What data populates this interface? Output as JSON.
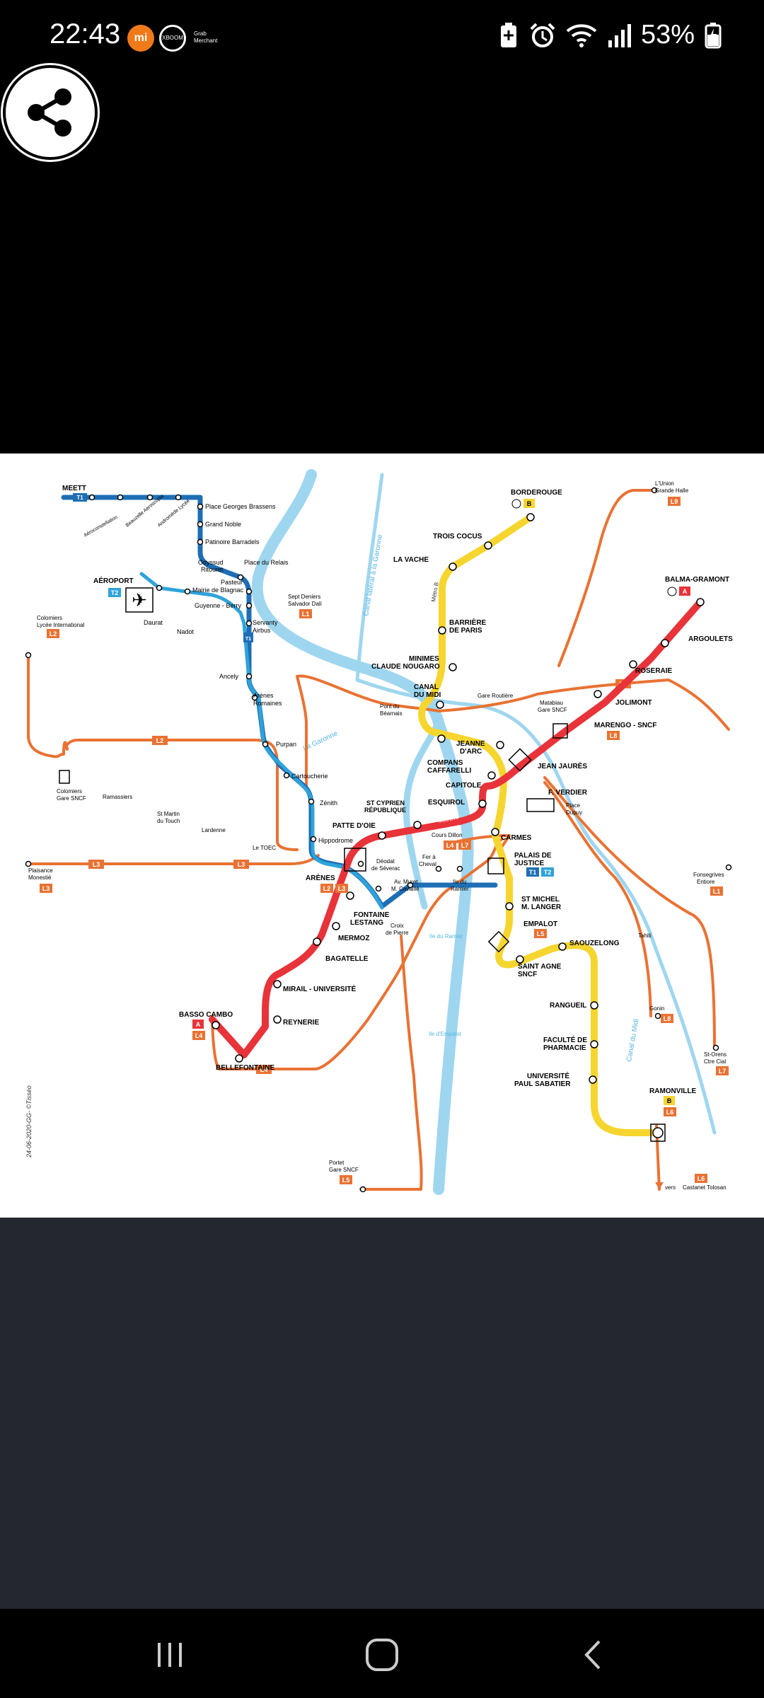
{
  "status_bar": {
    "time": "22:43",
    "notifications": [
      "mi-icon",
      "xboom-icon",
      "grab-merchant-icon"
    ],
    "notif_mi_label": "mi",
    "notif_xboom_label": "XBOOM",
    "notif_grab_label": "Grab Merchant",
    "battery_percent": "53%",
    "icons": [
      "battery-saver-icon",
      "alarm-icon",
      "wifi-icon",
      "signal-icon",
      "battery-icon"
    ]
  },
  "share_button": {
    "icon": "share-icon"
  },
  "map": {
    "footer_credit": "24-06-2020-GG- ©Tisséo",
    "rivers": {
      "garonne": "La Garonne",
      "canal_lateral": "Canal latéral à la Garonne",
      "canal_midi": "Canal du Midi",
      "ile_ramier": "Ile du Ramier",
      "ile_empalot": "Ile d'Empalot"
    },
    "line_badges": {
      "metro_a": "A",
      "metro_b": "B",
      "tram_t1": "T1",
      "tram_t2": "T2",
      "l1": "L1",
      "l2": "L2",
      "l3": "L3",
      "l4": "L4",
      "l5": "L5",
      "l6": "L6",
      "l7": "L7",
      "l8": "L8",
      "l9": "L9"
    },
    "metro_a_label": "Metro A",
    "metro_b_label": "Métro B",
    "stations": {
      "meett": "MEETT",
      "aeroconstellation": "Aéroconstellation",
      "beauzelle": "Beauzelle Aeroscopia",
      "andromede": "Andromède Lycée",
      "place_georges_brassens": "Place Georges Brassens",
      "grand_noble": "Grand Noble",
      "patinoire": "Patinoire Barradels",
      "odyssud_1": "Odyssud",
      "odyssud_2": "Ritouret",
      "place_du_relais": "Place du Relais",
      "pasteur_1": "Pasteur",
      "pasteur_2": "Mairie de Blagnac",
      "guyenne": "Guyenne - Berry",
      "servanty_1": "Servanty",
      "servanty_2": "Airbus",
      "aeroport": "AÉROPORT",
      "daurat": "Daurat",
      "nadot": "Nadot",
      "ancely": "Ancely",
      "arenes_romaines_1": "Arènes",
      "arenes_romaines_2": "Romaines",
      "purpan": "Purpan",
      "cartoucherie": "Cartoucherie",
      "zenith": "Zénith",
      "hippodrome": "Hippodrome",
      "colomiers_lycee_1": "Colomiers",
      "colomiers_lycee_2": "Lycée International",
      "colomiers_gare_1": "Colomiers",
      "colomiers_gare_2": "Gare SNCF",
      "ramassiers": "Ramassiers",
      "st_martin_1": "St Martin",
      "st_martin_2": "du Touch",
      "lardenne": "Lardenne",
      "le_toec": "Le TOEC",
      "plaisance_1": "Plaisance",
      "plaisance_2": "Monestié",
      "sept_deniers_1": "Sept Deniers",
      "sept_deniers_2": "Salvador Dalí",
      "pont_bearnais_1": "Pont du",
      "pont_bearnais_2": "Béarnais",
      "borderouge": "BORDEROUGE",
      "trois_cocus": "TROIS COCUS",
      "la_vache": "LA VACHE",
      "barriere_1": "BARRIÈRE",
      "barriere_2": "DE PARIS",
      "minimes_1": "MINIMES",
      "minimes_2": "CLAUDE NOUGARO",
      "canal_midi_1": "CANAL",
      "canal_midi_2": "DU MIDI",
      "gare_routiere": "Gare Routière",
      "matabiau_1": "Matabiau",
      "matabiau_2": "Gare SNCF",
      "jeanne_darc_1": "JEANNE",
      "jeanne_darc_2": "D'ARC",
      "compans_1": "COMPANS",
      "compans_2": "CAFFARELLI",
      "capitole": "CAPITOLE",
      "jean_jaures": "JEAN JAURÈS",
      "esquirol": "ESQUIROL",
      "f_verdier": "F. VERDIER",
      "place_dupuy_1": "Place",
      "place_dupuy_2": "Dupuy",
      "st_cyprien_1": "ST CYPRIEN",
      "st_cyprien_2": "RÉPUBLIQUE",
      "patte_doie": "PATTE D'OIE",
      "arenes": "ARÈNES",
      "deodat_1": "Déodat",
      "deodat_2": "de Séverac",
      "av_muret_1": "Av. Muret",
      "av_muret_2": "M. Cavaillé",
      "croix_pierre_1": "Croix",
      "croix_pierre_2": "de Pierre",
      "fer_cheval_1": "Fer à",
      "fer_cheval_2": "Cheval",
      "ile_du_ramier_st_1": "Ile du",
      "ile_du_ramier_st_2": "Ramier",
      "cours_dillon": "Cours Dillon",
      "carmes": "CARMES",
      "palais_justice_1": "PALAIS DE",
      "palais_justice_2": "JUSTICE",
      "st_michel_1": "ST MICHEL",
      "st_michel_2": "M. LANGER",
      "empalot": "EMPALOT",
      "saouzelong": "SAOUZELONG",
      "saint_agne_1": "SAINT AGNE",
      "saint_agne_2": "SNCF",
      "rangueil": "RANGUEIL",
      "faculte_1": "FACULTÉ DE",
      "faculte_2": "PHARMACIE",
      "universite_ps_1": "UNIVERSITÉ",
      "universite_ps_2": "PAUL SABATIER",
      "ramonville": "RAMONVILLE",
      "fontaine_1": "FONTAINE",
      "fontaine_2": "LESTANG",
      "mermoz": "MERMOZ",
      "bagatelle": "BAGATELLE",
      "mirail": "MIRAIL - UNIVERSITÉ",
      "reynerie": "REYNERIE",
      "basso_cambo": "BASSO CAMBO",
      "bellefontaine": "BELLEFONTAINE",
      "balma": "BALMA-GRAMONT",
      "argoulets": "ARGOULETS",
      "roseraie": "ROSERAIE",
      "jolimont": "JOLIMONT",
      "marengo": "MARENGO - SNCF",
      "lunion_1": "L'Union",
      "lunion_2": "Grande Halle",
      "fonsegrives_1": "Fonsegrives",
      "fonsegrives_2": "Entiore",
      "tahiti": "Tahiti",
      "gonin": "Gonin",
      "st_orens_1": "St-Orens",
      "st_orens_2": "Ctre Cial",
      "portet_1": "Portet",
      "portet_2": "Gare SNCF",
      "vers": "vers",
      "castanet": "Castanet Tolosan"
    }
  },
  "nav_bar": {
    "recents": "recents-icon",
    "home": "home-icon",
    "back": "back-icon"
  },
  "colors": {
    "metro_a": "#e8333a",
    "metro_b": "#f6d52f",
    "tram": "#1e6eb4",
    "tram_t2": "#2fa3da",
    "bus_lineo": "#e97233",
    "river": "#9fd6ef",
    "lower_bg": "#24272e"
  }
}
